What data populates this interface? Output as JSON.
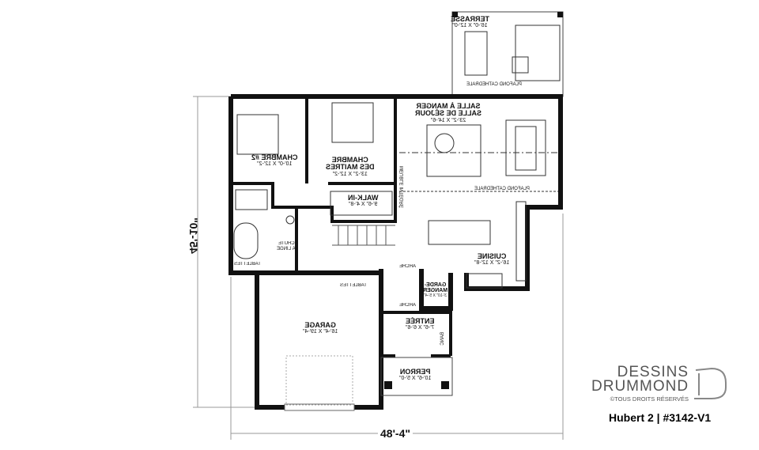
{
  "rooms": {
    "terrasse": {
      "name": "TERRASSE",
      "dims": "16'-0\" X 12'-0\""
    },
    "sejour": {
      "name": "SALLE À MANGER",
      "name2": "SALLE DE SÉJOUR",
      "dims": "23'-2\" X 14'-6\""
    },
    "chambre2": {
      "name": "CHAMBRE #2",
      "dims": "10'-0\" X 12'-2\""
    },
    "maitres": {
      "name": "CHAMBRE",
      "name2": "DES MAITRES",
      "dims": "13'-2\" X 12'-2\""
    },
    "walkin": {
      "name": "WALK-IN",
      "dims": "9'-6\" X 4'-8\""
    },
    "cuisine": {
      "name": "CUISINE",
      "dims": "16'-2\" X 12'-8\""
    },
    "garde": {
      "name": "GARDE-",
      "name2": "MANGER",
      "dims": "3'-10\" X 5'-4\""
    },
    "entree": {
      "name": "ENTRÉE",
      "dims": "7'-6\" X 6'-6\""
    },
    "garage": {
      "name": "GARAGE",
      "dims": "16'-4\" X 19'-4\""
    },
    "perron": {
      "name": "PERRON",
      "dims": "10'-6\" X 5'-0\""
    }
  },
  "notes": {
    "plafond": "PLAFOND CATHÉDRALE",
    "meuble": "MEUBLE INTÉGRÉ",
    "chute": "CHUTE",
    "chute2": "À LINGE",
    "tablettes": "TABLETTES",
    "arche": "ARCHE",
    "banc": "BANC"
  },
  "dimensions": {
    "depth": "45'-10\"",
    "width": "48'-4\""
  },
  "logo": {
    "line1": "DESSINS",
    "line2": "DRUMMOND",
    "rights": "©TOUS DROITS RÉSERVÉS"
  },
  "plan_id": "Hubert 2 | #3142-V1"
}
